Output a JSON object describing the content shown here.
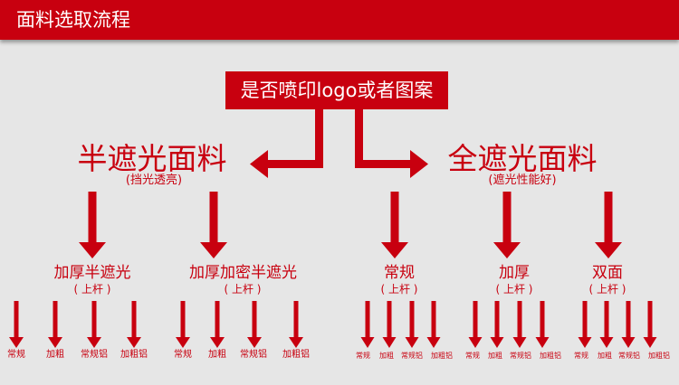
{
  "header": {
    "title": "面料选取流程"
  },
  "root": {
    "label": "是否喷印logo或者图案"
  },
  "branches": {
    "left": {
      "title": "半遮光面料",
      "note": "(挡光透亮)"
    },
    "right": {
      "title": "全遮光面料",
      "note": "(遮光性能好)"
    }
  },
  "options": [
    {
      "label": "加厚半遮光",
      "note": "( 上杆 )"
    },
    {
      "label": "加厚加密半遮光",
      "note": "( 上杆 )"
    },
    {
      "label": "常规",
      "note": "( 上杆 )"
    },
    {
      "label": "加厚",
      "note": "( 上杆 )"
    },
    {
      "label": "双面",
      "note": "( 上杆 )"
    }
  ],
  "leaves": [
    "常规",
    "加粗",
    "常规铝",
    "加粗铝"
  ],
  "colors": {
    "accent": "#c8000f",
    "background": "#e6e6e6"
  }
}
